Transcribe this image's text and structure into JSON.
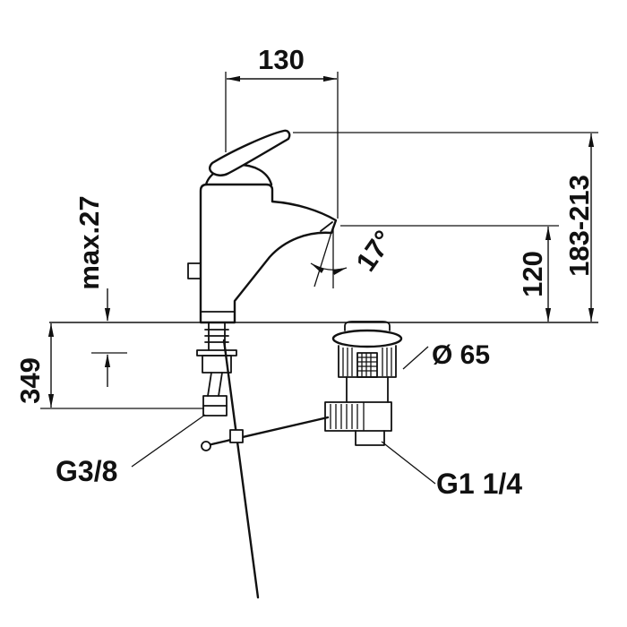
{
  "drawing": {
    "dimensions": {
      "spout_reach": "130",
      "overall_height_range": "183-213",
      "spout_height": "120",
      "deck_thickness": "max.27",
      "below_deck_length": "349",
      "spray_angle": "17°",
      "drain_flange_diameter": "Ø 65"
    },
    "connections": {
      "supply": "G3/8",
      "drain": "G1 1/4"
    }
  },
  "colors": {
    "line": "#111111",
    "background": "#ffffff"
  }
}
